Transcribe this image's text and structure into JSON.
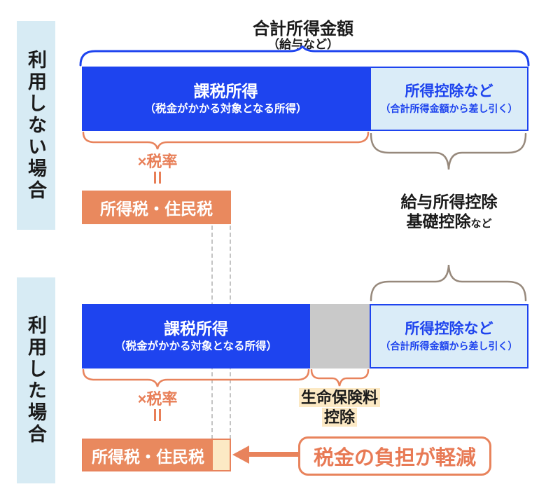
{
  "title": {
    "main": "合計所得金額",
    "sub": "（給与など）"
  },
  "deduction_note": {
    "line1": "給与所得控除",
    "line2": "基礎控除",
    "line2_suffix": "など"
  },
  "sections": {
    "without": {
      "side_label": "利用しない場合",
      "taxable_title": "課税所得",
      "taxable_sub": "（税金がかかる対象となる所得）",
      "deduction_title": "所得控除など",
      "deduction_sub": "（合計所得金額から差し引く）",
      "tax_rate": "×税率",
      "result_label": "所得税・住民税"
    },
    "with": {
      "side_label": "利用した場合",
      "taxable_title": "課税所得",
      "taxable_sub": "（税金がかかる対象となる所得）",
      "deduction_title": "所得控除など",
      "deduction_sub": "（合計所得金額から差し引く）",
      "tax_rate": "×税率",
      "result_label": "所得税・住民税",
      "insurance_line1": "生命保険料",
      "insurance_line2": "控除",
      "benefit_label": "税金の負担が軽減"
    }
  },
  "colors": {
    "blue": "#1e44ef",
    "light_blue_fill": "#daecf8",
    "sidebar_blue": "#d7ebf4",
    "orange": "#e9895e",
    "orange_line": "#e8835c",
    "cream": "#fce9c4",
    "gray_segment": "#c9c9c9",
    "brace_brown": "#97897c"
  }
}
